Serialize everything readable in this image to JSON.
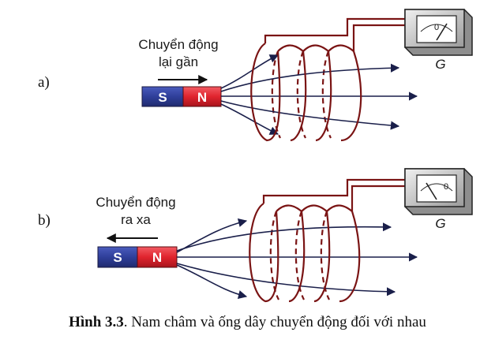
{
  "panel_a": {
    "label": "a)",
    "motion_line1": "Chuyển động",
    "motion_line2": "lại gần",
    "magnet_s": "S",
    "magnet_n": "N",
    "galvanometer_label": "G",
    "meter_zero": "0",
    "needle_deflection": "right"
  },
  "panel_b": {
    "label": "b)",
    "motion_line1": "Chuyển động",
    "motion_line2": "ra xa",
    "magnet_s": "S",
    "magnet_n": "N",
    "galvanometer_label": "G",
    "meter_zero": "0",
    "needle_deflection": "left"
  },
  "caption": {
    "number": "Hình 3.3",
    "text": ". Nam châm và ống dây chuyển động đối với nhau"
  },
  "colors": {
    "coil": "#7a1414",
    "magnet_s": "#2f3f9a",
    "magnet_n": "#e0242e",
    "field_line": "#1a1f4a",
    "meter_body": "#d7d7d7"
  }
}
